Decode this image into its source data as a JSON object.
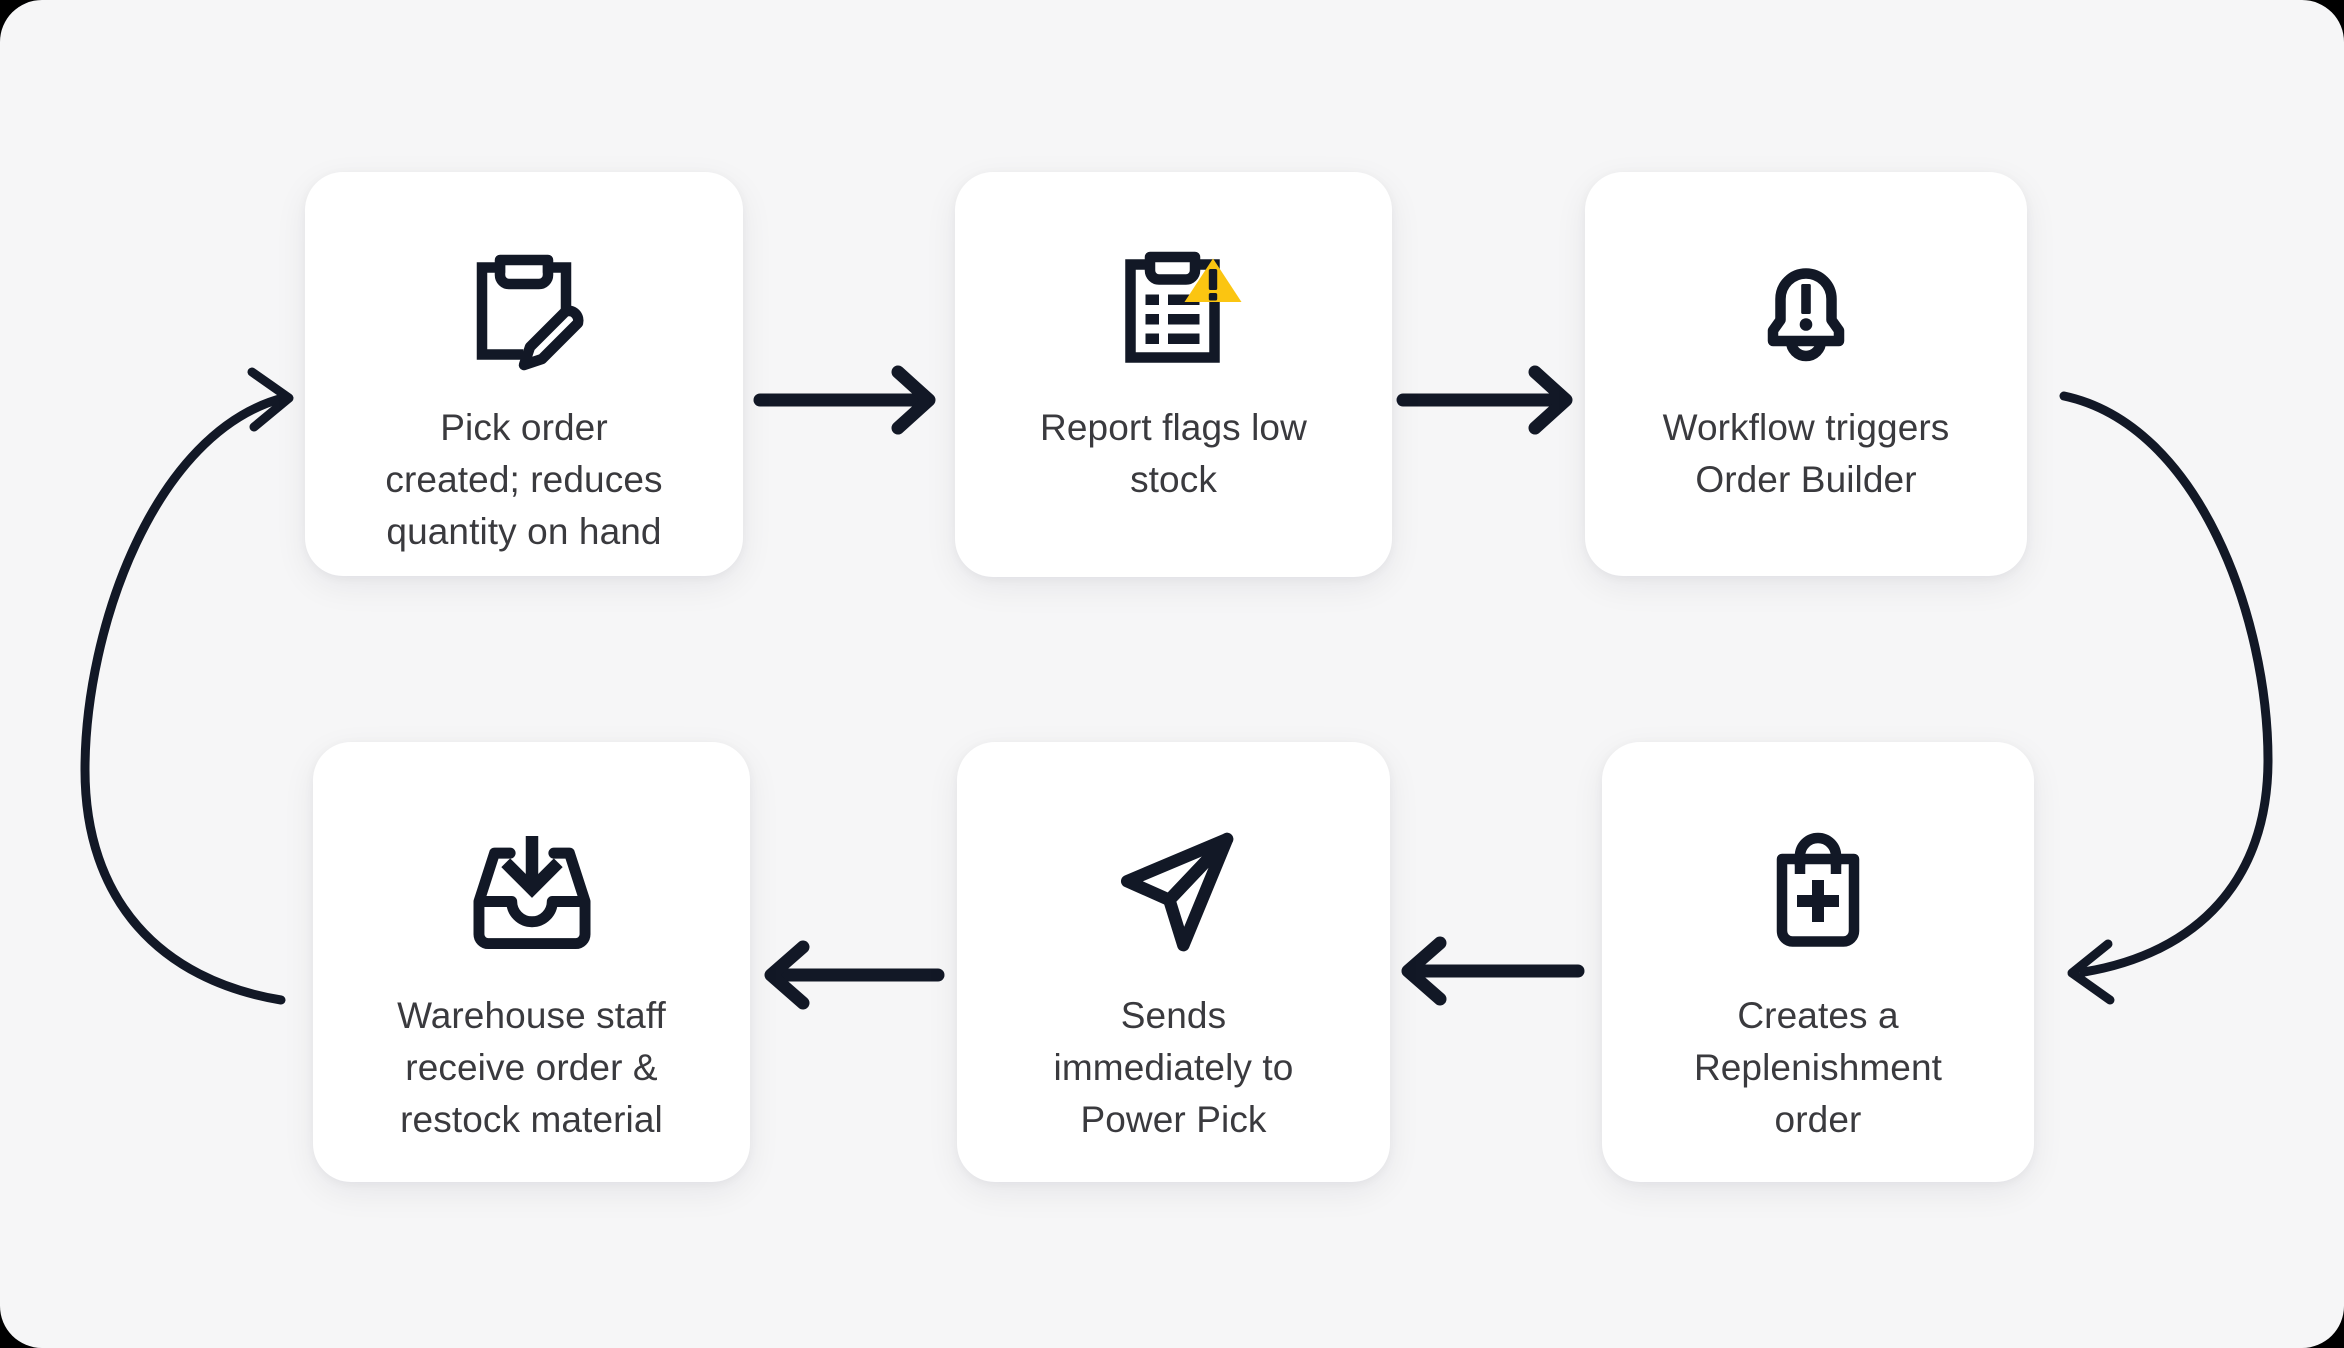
{
  "theme": {
    "page_background": "#f6f6f7",
    "card_background": "#ffffff",
    "icon_color": "#121826",
    "text_color": "#3a3a3e",
    "warning_color": "#fbc511",
    "arrow_color": "#121826"
  },
  "diagram": {
    "type": "cycle-flowchart",
    "step_count": 6,
    "steps": [
      {
        "index": 1,
        "label": "Pick order\ncreated; reduces\nquantity on hand",
        "icon": "clipboard-pencil-icon",
        "row": "top",
        "column": 1
      },
      {
        "index": 2,
        "label": "Report flags low\nstock",
        "icon": "clipboard-list-warning-icon",
        "row": "top",
        "column": 2
      },
      {
        "index": 3,
        "label": "Workflow triggers\nOrder Builder",
        "icon": "bell-alert-icon",
        "row": "top",
        "column": 3
      },
      {
        "index": 4,
        "label": "Creates a\nReplenishment\norder",
        "icon": "shopping-bag-plus-icon",
        "row": "bottom",
        "column": 3
      },
      {
        "index": 5,
        "label": "Sends\nimmediately to\nPower Pick",
        "icon": "paper-plane-icon",
        "row": "bottom",
        "column": 2
      },
      {
        "index": 6,
        "label": "Warehouse staff\nreceive order &\nrestock material",
        "icon": "inbox-download-icon",
        "row": "bottom",
        "column": 1
      }
    ],
    "connectors": [
      {
        "name": "arrow-step1-to-step2",
        "direction": "right",
        "shape": "straight"
      },
      {
        "name": "arrow-step2-to-step3",
        "direction": "right",
        "shape": "straight"
      },
      {
        "name": "arrow-step3-to-step4",
        "direction": "down",
        "shape": "curve-right"
      },
      {
        "name": "arrow-step4-to-step5",
        "direction": "left",
        "shape": "straight"
      },
      {
        "name": "arrow-step5-to-step6",
        "direction": "left",
        "shape": "straight"
      },
      {
        "name": "arrow-step6-to-step1",
        "direction": "up",
        "shape": "curve-left"
      }
    ]
  }
}
